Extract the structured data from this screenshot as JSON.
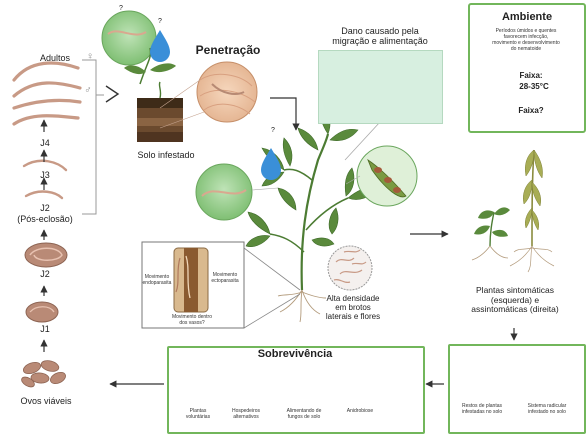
{
  "adults_label": "Adultos",
  "female_symbol": "♀",
  "male_symbol": "♂",
  "stages": {
    "j4": "J4",
    "j3": "J3",
    "j2_post": "J2",
    "post_hatch": "(Pós-eclosão)",
    "j2": "J2",
    "j1": "J1",
    "eggs": "Ovos viáveis"
  },
  "penetration": {
    "title": "Penetração",
    "soil": "Solo infestado",
    "question": "?"
  },
  "damage": {
    "title_line1": "Dano causado pela",
    "title_line2": "migração e alimentação"
  },
  "environment": {
    "title": "Ambiente",
    "description": [
      "Períodos úmidos e quentes",
      "favorecem infecção,",
      "movimento e desenvolvimento",
      "do nematoide"
    ],
    "temp_label": "Faixa:",
    "temp_value": "28-35°C",
    "moisture_label": "Faixa?"
  },
  "plant": {
    "question": "?",
    "density": [
      "Alta densidade",
      "em brotos",
      "laterais e flores"
    ]
  },
  "movement": {
    "endo": [
      "Movimento",
      "endoparasita"
    ],
    "ecto": [
      "Movimento",
      "ectoparasita"
    ],
    "vessels": [
      "Movimento dentro",
      "dos vasos?"
    ]
  },
  "symptomatic": [
    "Plantas sintomáticas",
    "(esquerda) e",
    "assintomáticas (direita)"
  ],
  "residues": {
    "left": [
      "Restos de plantas",
      "infestadas no solo"
    ],
    "right": [
      "Sistema radicular",
      "infestado no solo"
    ]
  },
  "survival": {
    "title": "Sobrevivência",
    "items": [
      {
        "label": [
          "Plantas",
          "voluntárias"
        ]
      },
      {
        "label": [
          "Hospedeiros",
          "alternativos"
        ]
      },
      {
        "label": [
          "Alimentando de",
          "fungos de solo"
        ]
      },
      {
        "label": [
          "Anidrobiose"
        ]
      }
    ]
  },
  "colors": {
    "green_border": "#72b65b",
    "worm": "#d2a48f",
    "worm_outline": "#a07a68",
    "leaf": "#5a8a3c",
    "leaf_dark": "#3f6b2a",
    "soil": "#6b4a2e",
    "blue_drop": "#3a8fd8",
    "arrow": "#333333"
  }
}
